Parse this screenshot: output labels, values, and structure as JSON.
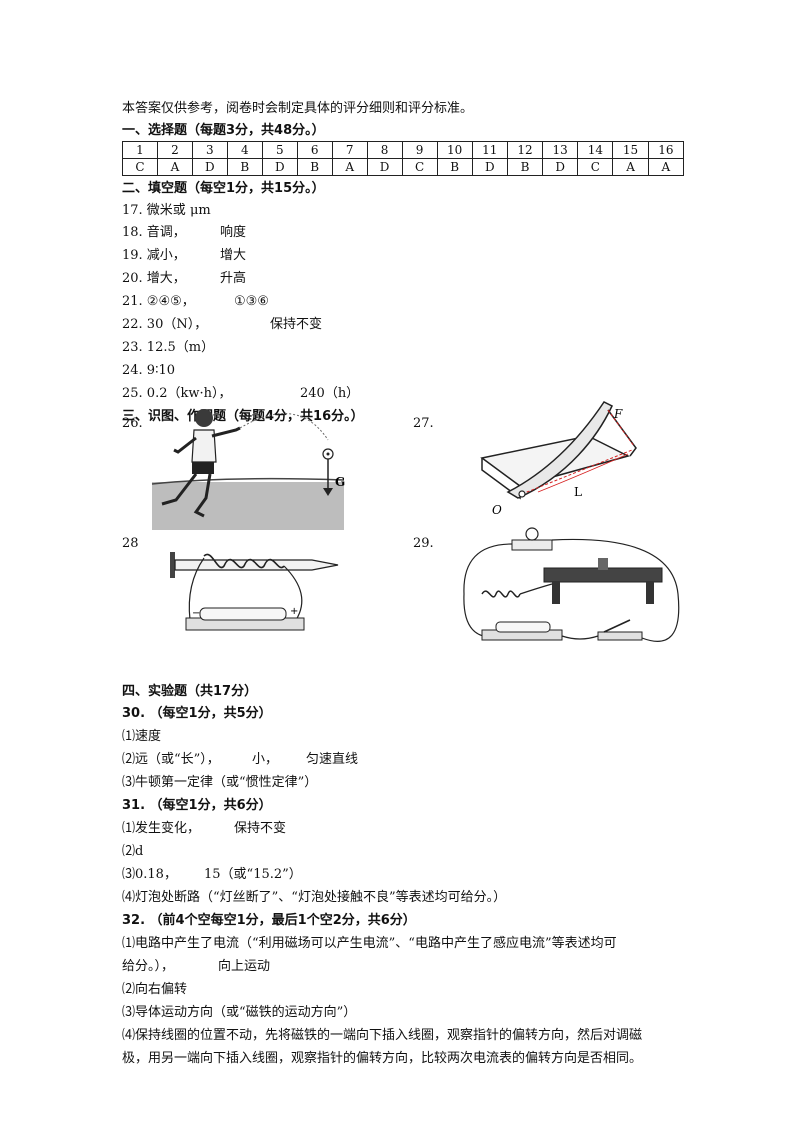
{
  "intro": "本答案仅供参考，阅卷时会制定具体的评分细则和评分标准。",
  "section1": {
    "title": "一、选择题（每题3分，共48分。）",
    "numbers": [
      "1",
      "2",
      "3",
      "4",
      "5",
      "6",
      "7",
      "8",
      "9",
      "10",
      "11",
      "12",
      "13",
      "14",
      "15",
      "16"
    ],
    "answers": [
      "C",
      "A",
      "D",
      "B",
      "D",
      "B",
      "A",
      "D",
      "C",
      "B",
      "D",
      "B",
      "D",
      "C",
      "A",
      "A"
    ]
  },
  "section2": {
    "title": "二、填空题（每空1分，共15分。）",
    "items": [
      {
        "a": "17. 微米或 μm",
        "b": ""
      },
      {
        "a": "18. 音调，",
        "b": "响度"
      },
      {
        "a": "19. 减小，",
        "b": "增大"
      },
      {
        "a": "20. 增大，",
        "b": "升高"
      },
      {
        "a": "21. ②④⑤，",
        "b": "①③⑥"
      },
      {
        "a": "22. 30（N），",
        "b": "保持不变"
      },
      {
        "a": "23. 12.5（m）",
        "b": ""
      },
      {
        "a": "24. 9∶10",
        "b": ""
      },
      {
        "a": "25. 0.2（kw·h），",
        "b": "240（h）"
      }
    ]
  },
  "section3": {
    "title": "三、识图、作图题（每题4分，共16分。）",
    "labels": [
      "26.",
      "27.",
      "28",
      "29."
    ],
    "fig26_label": "G",
    "fig27_labels": [
      "F",
      "L",
      "O"
    ]
  },
  "section4": {
    "title": "四、实验题（共17分）",
    "q30_title": "30. （每空1分，共5分）",
    "q30": [
      "⑴速度",
      "⑵远（或“长”），",
      "小，",
      "匀速直线",
      "⑶牛顿第一定律（或“惯性定律”）"
    ],
    "q31_title": "31. （每空1分，共6分）",
    "q31": [
      "⑴发生变化，",
      "保持不变",
      "⑵d",
      "⑶0.18，",
      "15（或“15.2”）",
      "⑷灯泡处断路（“灯丝断了”、“灯泡处接触不良”等表述均可给分。）"
    ],
    "q32_title": "32. （前4个空每空1分，最后1个空2分，共6分）",
    "q32": [
      "⑴电路中产生了电流（“利用磁场可以产生电流”、“电路中产生了感应电流”等表述均可",
      "给分。），",
      "向上运动",
      "⑵向右偏转",
      "⑶导体运动方向（或“磁铁的运动方向”）",
      "⑷保持线圈的位置不动，先将磁铁的一端向下插入线圈，观察指针的偏转方向，然后对调磁",
      "极，用另一端向下插入线圈，观察指针的偏转方向，比较两次电流表的偏转方向是否相同。"
    ]
  }
}
